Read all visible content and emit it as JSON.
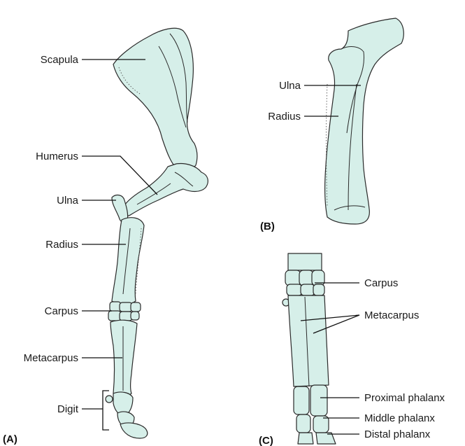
{
  "panel_a": {
    "tag": "(A)",
    "labels": {
      "scapula": "Scapula",
      "humerus": "Humerus",
      "ulna": "Ulna",
      "radius": "Radius",
      "carpus": "Carpus",
      "metacarpus": "Metacarpus",
      "digit": "Digit"
    }
  },
  "panel_b": {
    "tag": "(B)",
    "labels": {
      "ulna": "Ulna",
      "radius": "Radius"
    }
  },
  "panel_c": {
    "tag": "(C)",
    "labels": {
      "carpus": "Carpus",
      "metacarpus": "Metacarpus",
      "proximal_phalanx": "Proximal phalanx",
      "middle_phalanx": "Middle phalanx",
      "distal_phalanx": "Distal phalanx"
    }
  },
  "colors": {
    "bone_fill": "#d6efe9",
    "bone_shade": "#4fb8a6",
    "outline": "#2a2a2a"
  }
}
